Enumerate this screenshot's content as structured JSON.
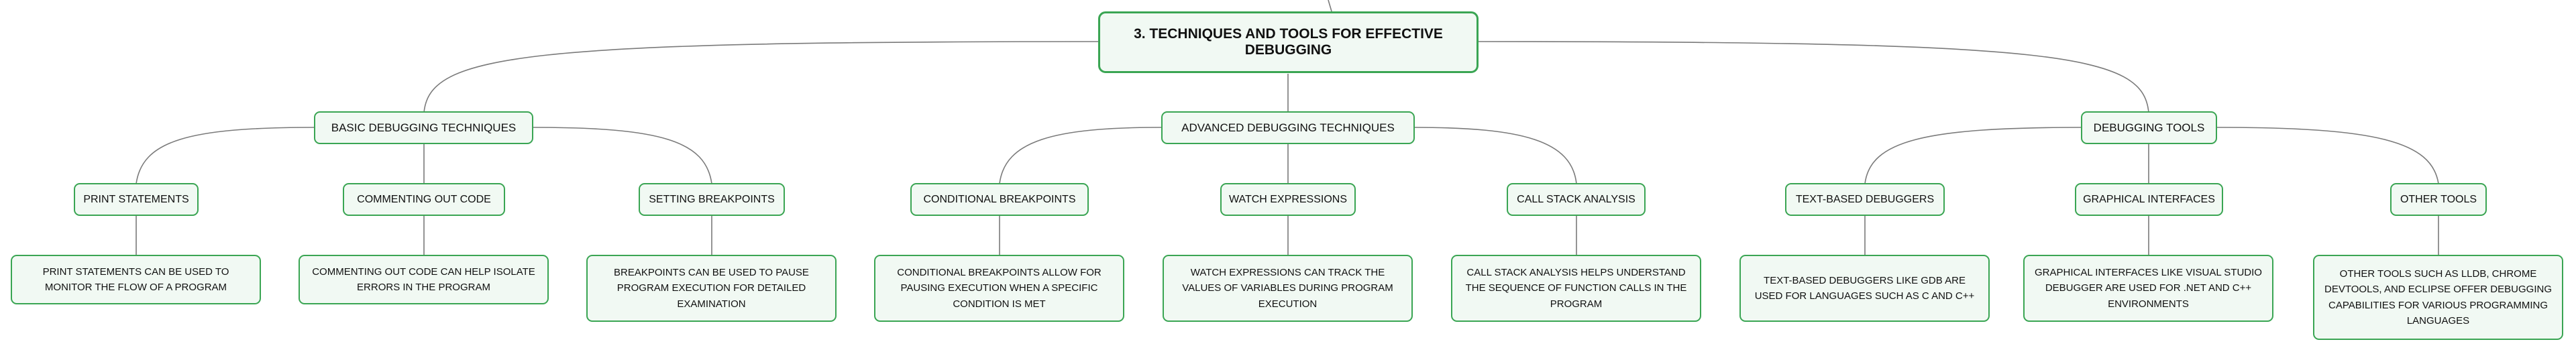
{
  "root": {
    "label": "3. TECHNIQUES AND TOOLS FOR EFFECTIVE DEBUGGING"
  },
  "branches": [
    {
      "label": "BASIC DEBUGGING TECHNIQUES",
      "children": [
        {
          "label": "PRINT STATEMENTS",
          "detail": "PRINT STATEMENTS CAN BE USED TO MONITOR THE FLOW OF A PROGRAM"
        },
        {
          "label": "COMMENTING OUT CODE",
          "detail": "COMMENTING OUT CODE CAN HELP ISOLATE ERRORS IN THE PROGRAM"
        },
        {
          "label": "SETTING BREAKPOINTS",
          "detail": "BREAKPOINTS CAN BE USED TO PAUSE PROGRAM EXECUTION FOR DETAILED EXAMINATION"
        }
      ]
    },
    {
      "label": "ADVANCED DEBUGGING TECHNIQUES",
      "children": [
        {
          "label": "CONDITIONAL BREAKPOINTS",
          "detail": "CONDITIONAL BREAKPOINTS ALLOW FOR PAUSING EXECUTION WHEN A SPECIFIC CONDITION IS MET"
        },
        {
          "label": "WATCH EXPRESSIONS",
          "detail": "WATCH EXPRESSIONS CAN TRACK THE VALUES OF VARIABLES DURING PROGRAM EXECUTION"
        },
        {
          "label": "CALL STACK ANALYSIS",
          "detail": "CALL STACK ANALYSIS HELPS UNDERSTAND THE SEQUENCE OF FUNCTION CALLS IN THE PROGRAM"
        }
      ]
    },
    {
      "label": "DEBUGGING TOOLS",
      "children": [
        {
          "label": "TEXT-BASED DEBUGGERS",
          "detail": "TEXT-BASED DEBUGGERS LIKE GDB ARE USED FOR LANGUAGES SUCH AS C AND C++"
        },
        {
          "label": "GRAPHICAL INTERFACES",
          "detail": "GRAPHICAL INTERFACES LIKE VISUAL STUDIO DEBUGGER ARE USED FOR .NET AND C++ ENVIRONMENTS"
        },
        {
          "label": "OTHER TOOLS",
          "detail": "OTHER TOOLS SUCH AS LLDB, CHROME DEVTOOLS, AND ECLIPSE OFFER DEBUGGING CAPABILITIES FOR VARIOUS PROGRAMMING LANGUAGES"
        }
      ]
    }
  ]
}
